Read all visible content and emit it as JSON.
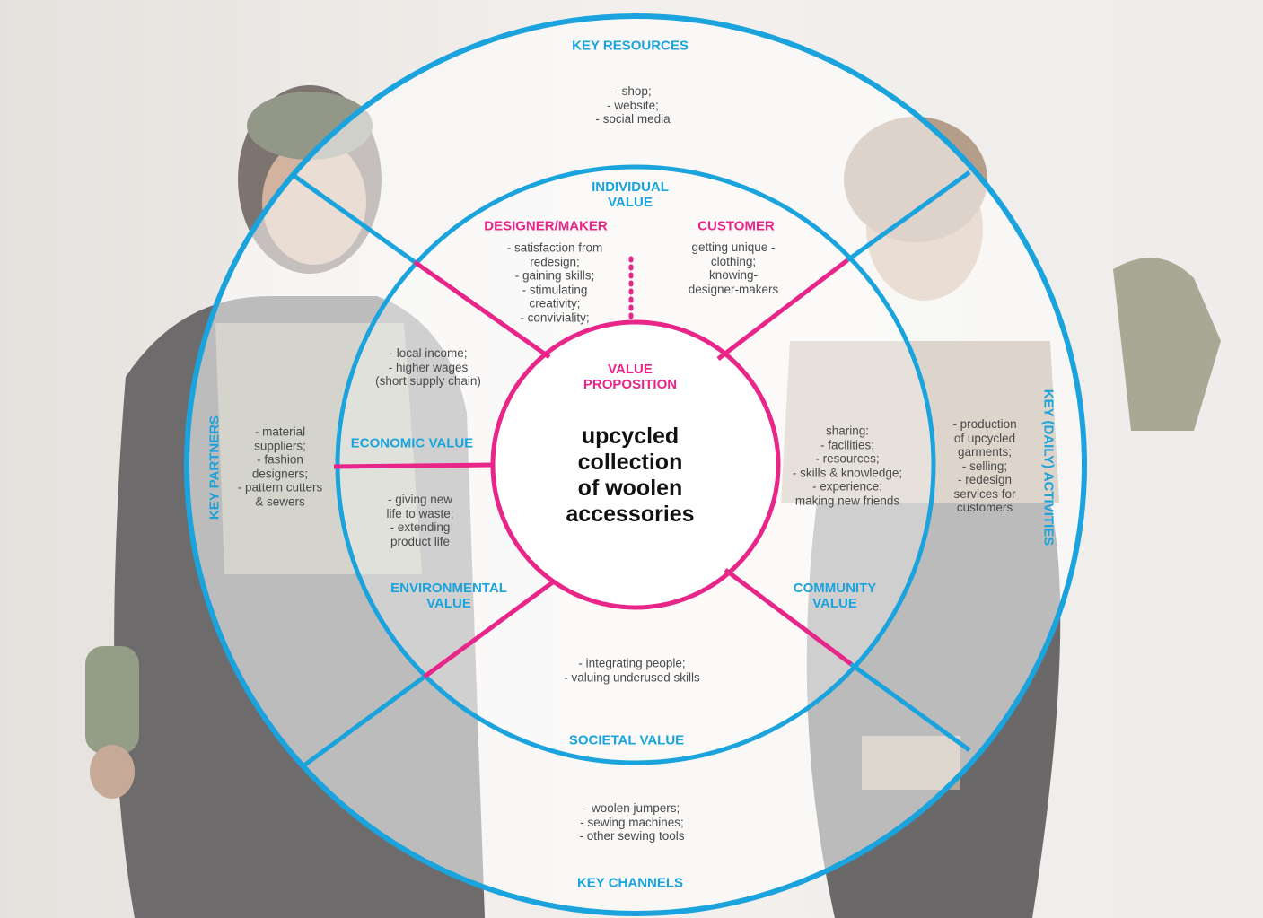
{
  "outer_ring": {
    "top": {
      "title": "KEY RESOURCES",
      "items": "- shop;\n- website;\n- social media"
    },
    "bottom": {
      "title": "KEY CHANNELS",
      "items": "- woolen jumpers;\n- sewing machines;\n- other sewing tools"
    },
    "left": {
      "title": "KEY PARTNERS",
      "items": "- material\nsuppliers;\n- fashion\ndesigners;\n- pattern cutters\n& sewers"
    },
    "right": {
      "title": "KEY (DAILY) ACTIVITIES",
      "items": "- production\nof upcycled\ngarments;\n- selling;\n- redesign\nservices for\ncustomers"
    }
  },
  "middle_ring": {
    "individual": {
      "title": "INDIVIDUAL\nVALUE",
      "designer": {
        "title": "DESIGNER/MAKER",
        "items": "- satisfaction from\nredesign;\n- gaining skills;\n- stimulating\ncreativity;\n- conviviality;"
      },
      "customer": {
        "title": "CUSTOMER",
        "items": "getting unique -\nclothing;\nknowing-\ndesigner-makers"
      }
    },
    "economic": {
      "title": "ECONOMIC VALUE",
      "items": "- local income;\n- higher wages\n(short supply chain)"
    },
    "environmental": {
      "title": "ENVIRONMENTAL\nVALUE",
      "items": "- giving new\nlife to waste;\n- extending\nproduct life"
    },
    "community": {
      "title": "COMMUNITY\nVALUE",
      "items": "sharing:\n- facilities;\n- resources;\n- skills & knowledge;\n- experience;\nmaking new friends"
    },
    "societal": {
      "title": "SOCIETAL VALUE",
      "items": "- integrating people;\n- valuing underused skills"
    }
  },
  "center": {
    "title": "VALUE\nPROPOSITION",
    "text": "upcycled\ncollection\nof woolen\naccessories"
  },
  "colors": {
    "blue": "#1aa3dc",
    "pink": "#e8268a",
    "text": "#4a4a4a"
  }
}
